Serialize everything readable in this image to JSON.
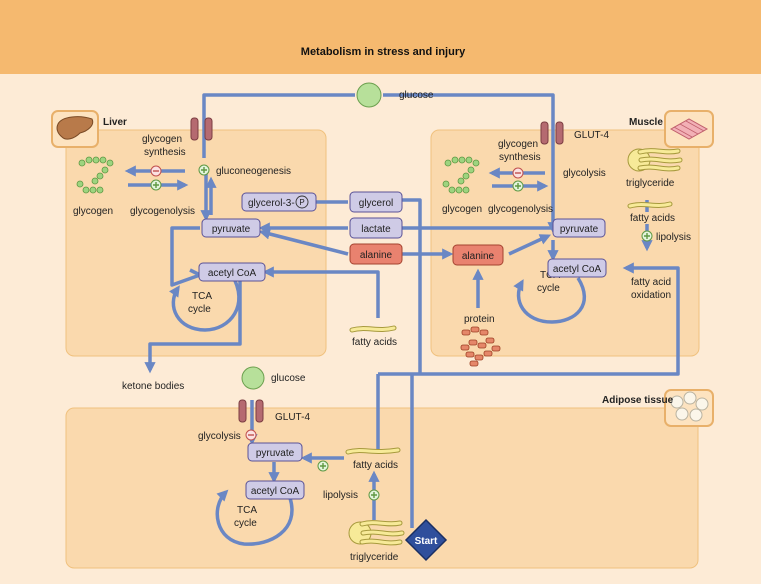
{
  "title": "Metabolism in stress and injury",
  "regions": {
    "liver": "Liver",
    "muscle": "Muscle",
    "adipose": "Adipose tissue"
  },
  "labels": {
    "glucose_top": "glucose",
    "glucose_adipose": "glucose",
    "liver_glycogen_synthesis": "glycogen\nsynthesis",
    "liver_gluconeogenesis": "gluconeogenesis",
    "liver_glycogen": "glycogen",
    "liver_glycogenolysis": "glycogenolysis",
    "liver_tca": "TCA\ncycle",
    "ketone_bodies": "ketone bodies",
    "fatty_acids_center": "fatty acids",
    "muscle_glut4": "GLUT-4",
    "muscle_glycogen_synthesis": "glycogen\nsynthesis",
    "muscle_glycolysis": "glycolysis",
    "muscle_glycogen": "glycogen",
    "muscle_glycogenolysis": "glycogenolysis",
    "muscle_triglyceride": "triglyceride",
    "muscle_fatty_acids": "fatty acids",
    "muscle_lipolysis": "lipolysis",
    "muscle_fa_oxidation": "fatty acid\noxidation",
    "muscle_tca": "TCA\ncycle",
    "protein": "protein",
    "adipose_glut4": "GLUT-4",
    "adipose_glycolysis": "glycolysis",
    "adipose_fatty_acids": "fatty acids",
    "adipose_lipolysis": "lipolysis",
    "adipose_triglyceride": "triglyceride",
    "adipose_tca": "TCA\ncycle",
    "start": "Start"
  },
  "boxes": {
    "glycerol3p": "glycerol-3-",
    "glycerol3p_p": "P",
    "liver_pyruvate": "pyruvate",
    "liver_acetylcoa": "acetyl CoA",
    "glycerol": "glycerol",
    "lactate": "lactate",
    "alanine_center": "alanine",
    "alanine_muscle": "alanine",
    "muscle_pyruvate": "pyruvate",
    "muscle_acetylcoa": "acetyl CoA",
    "adipose_pyruvate": "pyruvate",
    "adipose_acetylcoa": "acetyl CoA"
  },
  "colors": {
    "header": "#f5b96f",
    "background": "#fdebd6",
    "region": "#fad9ad",
    "arrow": "#6a87c4",
    "box": "#cfcbe6",
    "box_highlight": "#e9826f",
    "glucose": "#b7e09a",
    "start": "#2f4f9c"
  }
}
